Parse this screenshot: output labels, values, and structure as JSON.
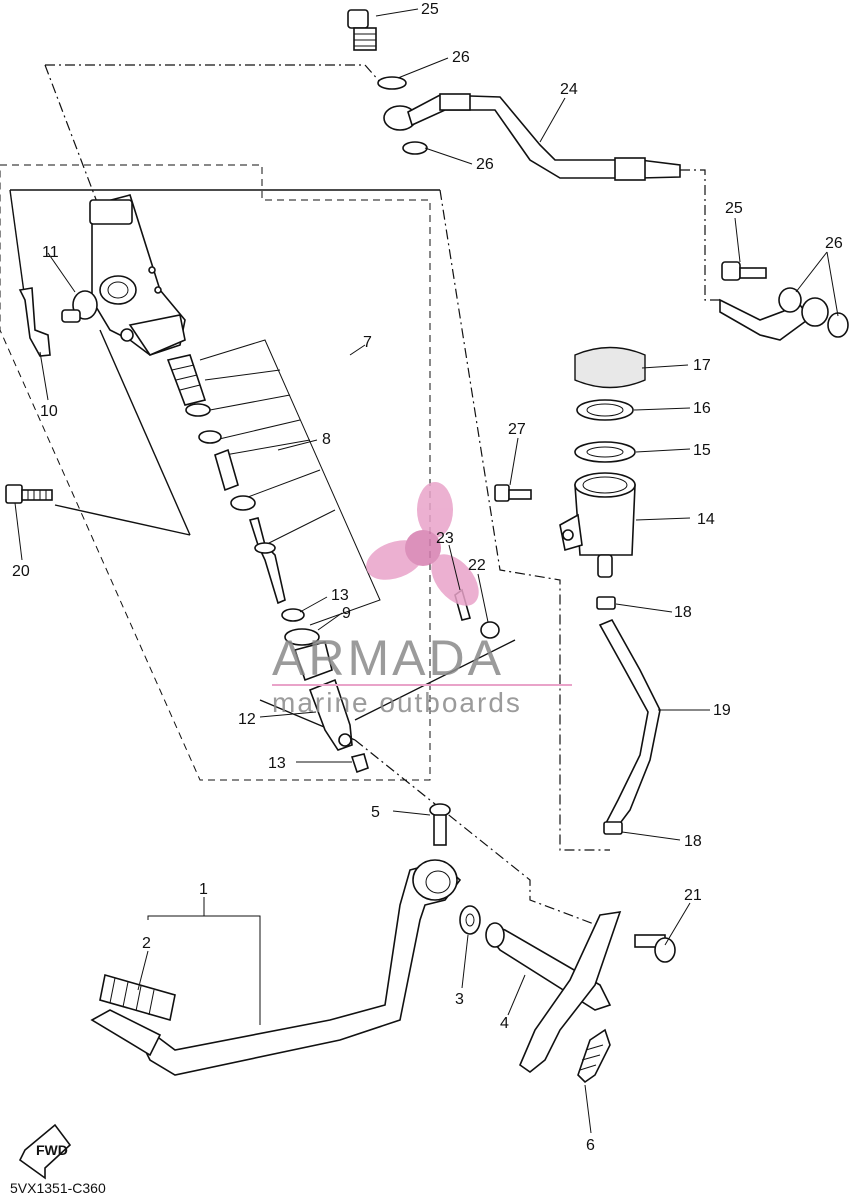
{
  "diagram_code": "5VX1351-C360",
  "fwd_label": "FWD",
  "watermark": {
    "brand": "ARMADA",
    "tagline": "marine outboards",
    "accent_color": "#e9a3c9"
  },
  "part_labels": {
    "p1": "1",
    "p2": "2",
    "p3": "3",
    "p4": "4",
    "p5": "5",
    "p6": "6",
    "p7": "7",
    "p8": "8",
    "p9": "9",
    "p10": "10",
    "p11": "11",
    "p12": "12",
    "p13a": "13",
    "p13b": "13",
    "p14": "14",
    "p15": "15",
    "p16": "16",
    "p17": "17",
    "p18a": "18",
    "p18b": "18",
    "p19": "19",
    "p20": "20",
    "p21": "21",
    "p22": "22",
    "p23": "23",
    "p24": "24",
    "p25a": "25",
    "p25b": "25",
    "p26a": "26",
    "p26b": "26",
    "p26c": "26",
    "p27": "27"
  }
}
